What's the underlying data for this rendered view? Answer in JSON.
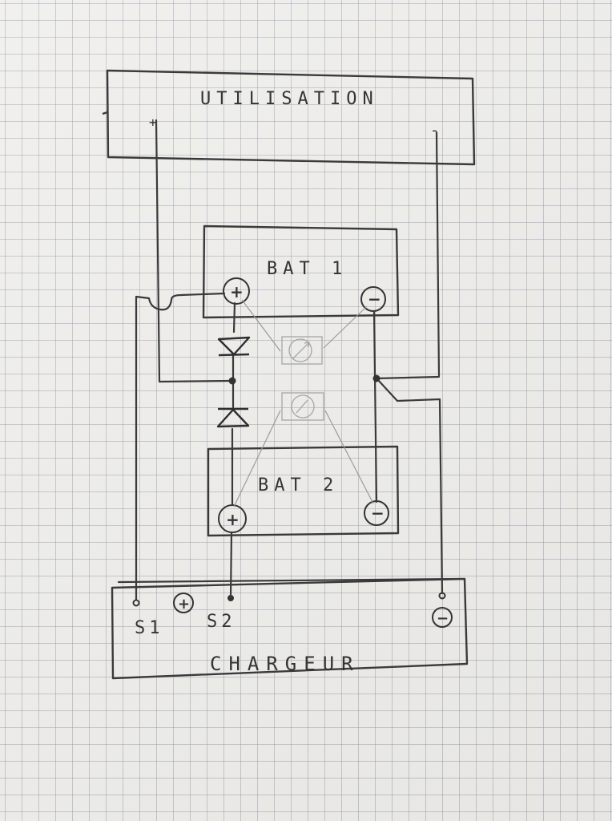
{
  "blocks": {
    "utilisation": {
      "label": "UTILISATION",
      "plus": "+",
      "minus": "-"
    },
    "bat1": {
      "label": "BAT 1",
      "plus": "+",
      "minus": "−"
    },
    "bat2": {
      "label": "BAT 2",
      "plus": "+",
      "minus": "−"
    },
    "chargeur": {
      "label": "CHARGEUR",
      "s1": "S1",
      "s2": "S2",
      "plus": "+",
      "minus": "−"
    }
  },
  "colors": {
    "ink": "#3a3a3a",
    "pencil_light": "#a5a5a5",
    "paper": "#ecebe8",
    "grid": "#7882a0"
  }
}
